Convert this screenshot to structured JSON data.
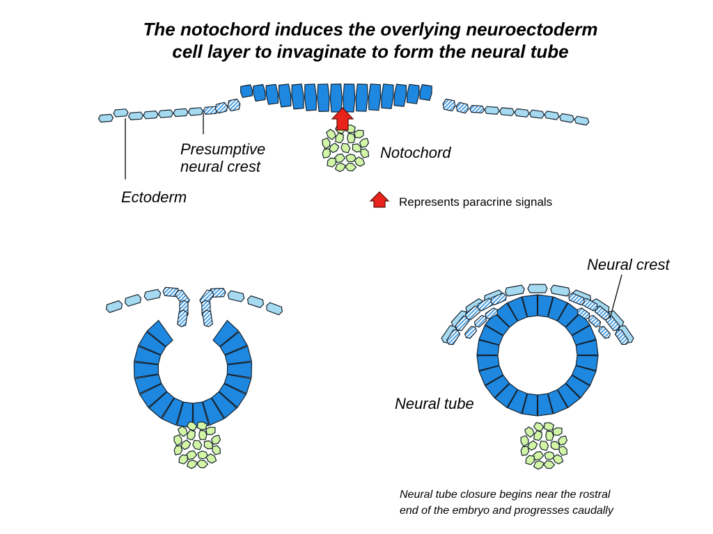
{
  "slide": {
    "title_line1": "The notochord induces the overlying neuroectoderm",
    "title_line2": "cell layer to invaginate to form the neural tube"
  },
  "labels": {
    "presumptive_line1": "Presumptive",
    "presumptive_line2": "neural crest",
    "ectoderm": "Ectoderm",
    "notochord": "Notochord",
    "neural_crest": "Neural crest",
    "neural_tube": "Neural tube"
  },
  "legend": {
    "text": "Represents paracrine signals",
    "arrow_color": "#e8231b"
  },
  "caption": {
    "line1": "Neural tube closure begins near the rostral",
    "line2": "end of the embryo and progresses caudally"
  },
  "colors": {
    "neuroectoderm": "#1e88e0",
    "ectoderm": "#a6daf0",
    "neural_crest_hatch": "#4a9ee0",
    "notochord": "#d2f5a6",
    "outline": "#14202c"
  }
}
